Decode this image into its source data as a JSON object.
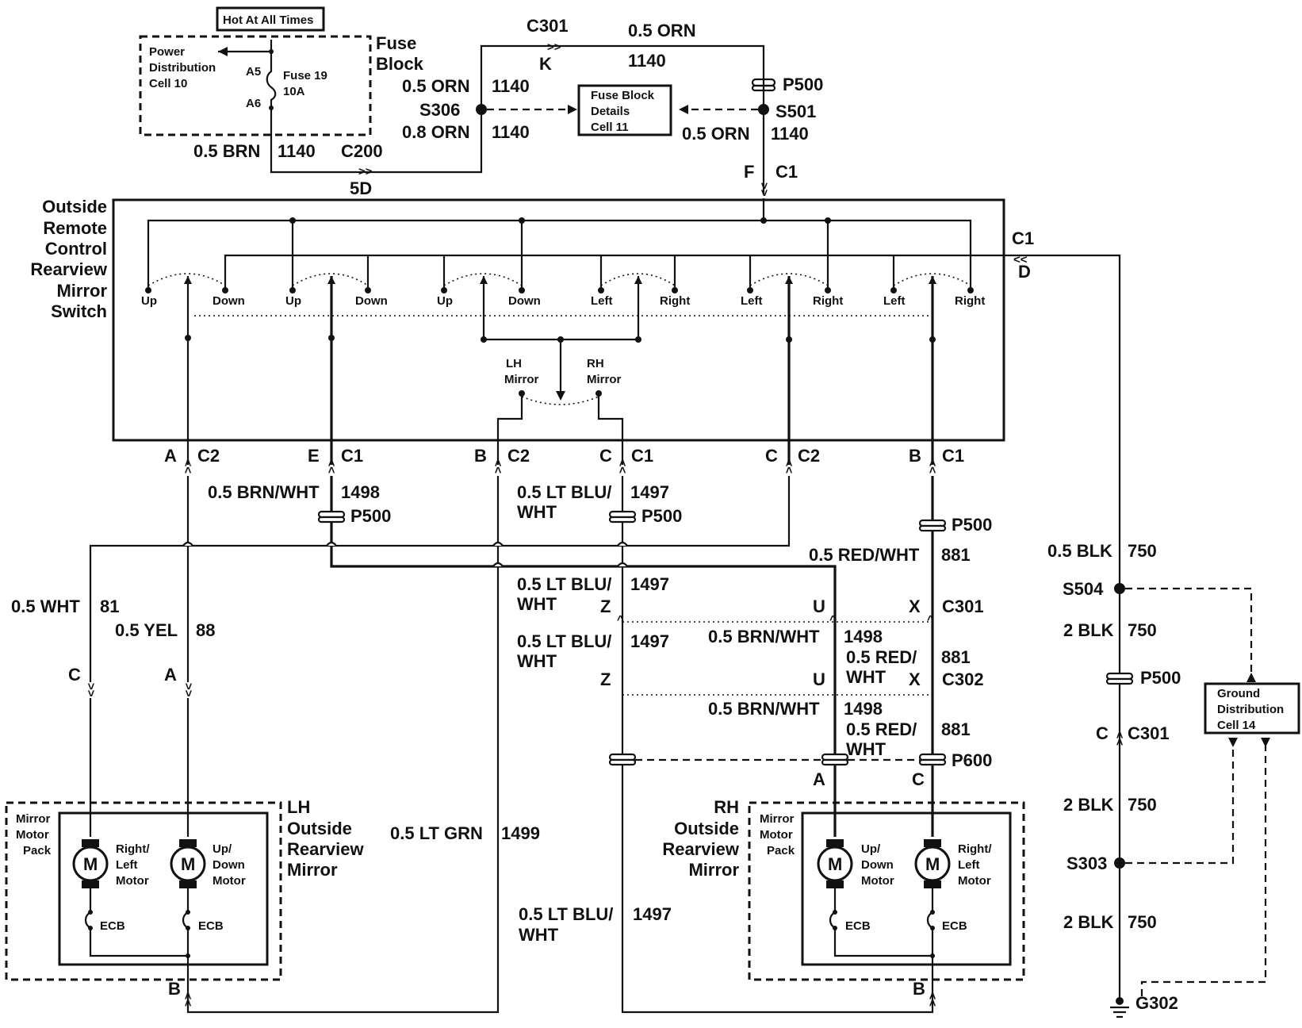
{
  "top": {
    "hot_at_all_times": "Hot At All Times",
    "power_dist_line1": "Power",
    "power_dist_line2": "Distribution",
    "power_dist_line3": "Cell 10",
    "a5": "A5",
    "a6": "A6",
    "fuse_name": "Fuse 19",
    "fuse_rating": "10A",
    "fuse_block_line1": "Fuse",
    "fuse_block_line2": "Block",
    "brn_wire": "0.5 BRN",
    "brn_circuit": "1140",
    "c200": "C200",
    "c200_pin": "5D",
    "s306": "S306",
    "orn_upper_wire": "0.5 ORN",
    "orn_upper_circuit": "1140",
    "orn_lower_wire": "0.8 ORN",
    "orn_lower_circuit": "1140",
    "c301_top": "C301",
    "c301_top_pin": "K",
    "orn_top_wire": "0.5 ORN",
    "orn_top_circuit": "1140",
    "p500_top": "P500",
    "s501": "S501",
    "orn_right_wire": "0.5 ORN",
    "orn_right_circuit": "1140",
    "fuse_details_line1": "Fuse Block",
    "fuse_details_line2": "Details",
    "fuse_details_line3": "Cell 11",
    "switch_pin_f": "F",
    "switch_conn_c1": "C1"
  },
  "switch": {
    "title_line1": "Outside",
    "title_line2": "Remote",
    "title_line3": "Control",
    "title_line4": "Rearview",
    "title_line5": "Mirror",
    "title_line6": "Switch",
    "positions": [
      "Up",
      "Down",
      "Up",
      "Down",
      "Up",
      "Down",
      "Left",
      "Right",
      "Left",
      "Right",
      "Left",
      "Right"
    ],
    "lh_mirror_line1": "LH",
    "lh_mirror_line2": "Mirror",
    "rh_mirror_line1": "RH",
    "rh_mirror_line2": "Mirror",
    "ground_conn": "C1",
    "ground_pin": "D"
  },
  "connectors": {
    "a_c2_pin": "A",
    "a_c2": "C2",
    "e_c1_pin": "E",
    "e_c1": "C1",
    "b_c2_pin": "B",
    "b_c2": "C2",
    "c_c1_pin": "C",
    "c_c1": "C1",
    "c_c2_pin": "C",
    "c_c2": "C2",
    "b_c1_pin": "B",
    "b_c1": "C1"
  },
  "wires": {
    "brn_wht_1498": "0.5 BRN/WHT",
    "brn_wht_1498_circuit": "1498",
    "p500_a": "P500",
    "lt_blu_wht_1_line1": "0.5 LT BLU/",
    "lt_blu_wht_1_line2": "WHT",
    "lt_blu_wht_1_circuit": "1497",
    "p500_b": "P500",
    "p500_c": "P500",
    "red_wht_881": "0.5 RED/WHT",
    "red_wht_881_circuit": "881",
    "wht_81": "0.5 WHT",
    "wht_81_circuit": "81",
    "yel_88": "0.5 YEL",
    "yel_88_circuit": "88",
    "lt_blu_wht_2_line1": "0.5 LT BLU/",
    "lt_blu_wht_2_line2": "WHT",
    "lt_blu_wht_2_circuit": "1497",
    "c301_z": "Z",
    "c301_u": "U",
    "c301_x": "X",
    "c301_mid": "C301",
    "lt_blu_wht_3_line1": "0.5 LT BLU/",
    "lt_blu_wht_3_line2": "WHT",
    "lt_blu_wht_3_circuit": "1497",
    "brn_wht_2": "0.5 BRN/WHT",
    "brn_wht_2_circuit": "1498",
    "red_wht_2_line1": "0.5 RED/",
    "red_wht_2_line2": "WHT",
    "red_wht_2_circuit": "881",
    "c302_z": "Z",
    "c302_u": "U",
    "c302_x": "X",
    "c302": "C302",
    "brn_wht_3": "0.5 BRN/WHT",
    "brn_wht_3_circuit": "1498",
    "red_wht_3_line1": "0.5 RED/",
    "red_wht_3_line2": "WHT",
    "red_wht_3_circuit": "881",
    "p600": "P600",
    "lh_c_pin": "C",
    "lh_a_pin": "A",
    "rh_a_pin": "A",
    "rh_c_pin": "C",
    "lt_grn_1499": "0.5 LT GRN",
    "lt_grn_1499_circuit": "1499",
    "lt_blu_wht_4_line1": "0.5 LT BLU/",
    "lt_blu_wht_4_line2": "WHT",
    "lt_blu_wht_4_circuit": "1497",
    "lh_b_pin": "B",
    "rh_b_pin": "B"
  },
  "ground": {
    "blk_750_a": "0.5 BLK",
    "blk_750_a_circuit": "750",
    "s504": "S504",
    "blk_750_b": "2 BLK",
    "blk_750_b_circuit": "750",
    "p500_g": "P500",
    "c301_c_pin": "C",
    "c301_g": "C301",
    "blk_750_c": "2 BLK",
    "blk_750_c_circuit": "750",
    "s303": "S303",
    "blk_750_d": "2 BLK",
    "blk_750_d_circuit": "750",
    "g302": "G302",
    "gd_line1": "Ground",
    "gd_line2": "Distribution",
    "gd_line3": "Cell 14"
  },
  "lh_mirror": {
    "title_line1": "LH",
    "title_line2": "Outside",
    "title_line3": "Rearview",
    "title_line4": "Mirror",
    "pack_line1": "Mirror",
    "pack_line2": "Motor",
    "pack_line3": "Pack",
    "motor1_line1": "Right/",
    "motor1_line2": "Left",
    "motor1_line3": "Motor",
    "motor2_line1": "Up/",
    "motor2_line2": "Down",
    "motor2_line3": "Motor",
    "motor_symbol": "M",
    "ecb": "ECB"
  },
  "rh_mirror": {
    "title_line1": "RH",
    "title_line2": "Outside",
    "title_line3": "Rearview",
    "title_line4": "Mirror",
    "pack_line1": "Mirror",
    "pack_line2": "Motor",
    "pack_line3": "Pack",
    "motor1_line1": "Up/",
    "motor1_line2": "Down",
    "motor1_line3": "Motor",
    "motor2_line1": "Right/",
    "motor2_line2": "Left",
    "motor2_line3": "Motor",
    "motor_symbol": "M",
    "ecb": "ECB"
  }
}
